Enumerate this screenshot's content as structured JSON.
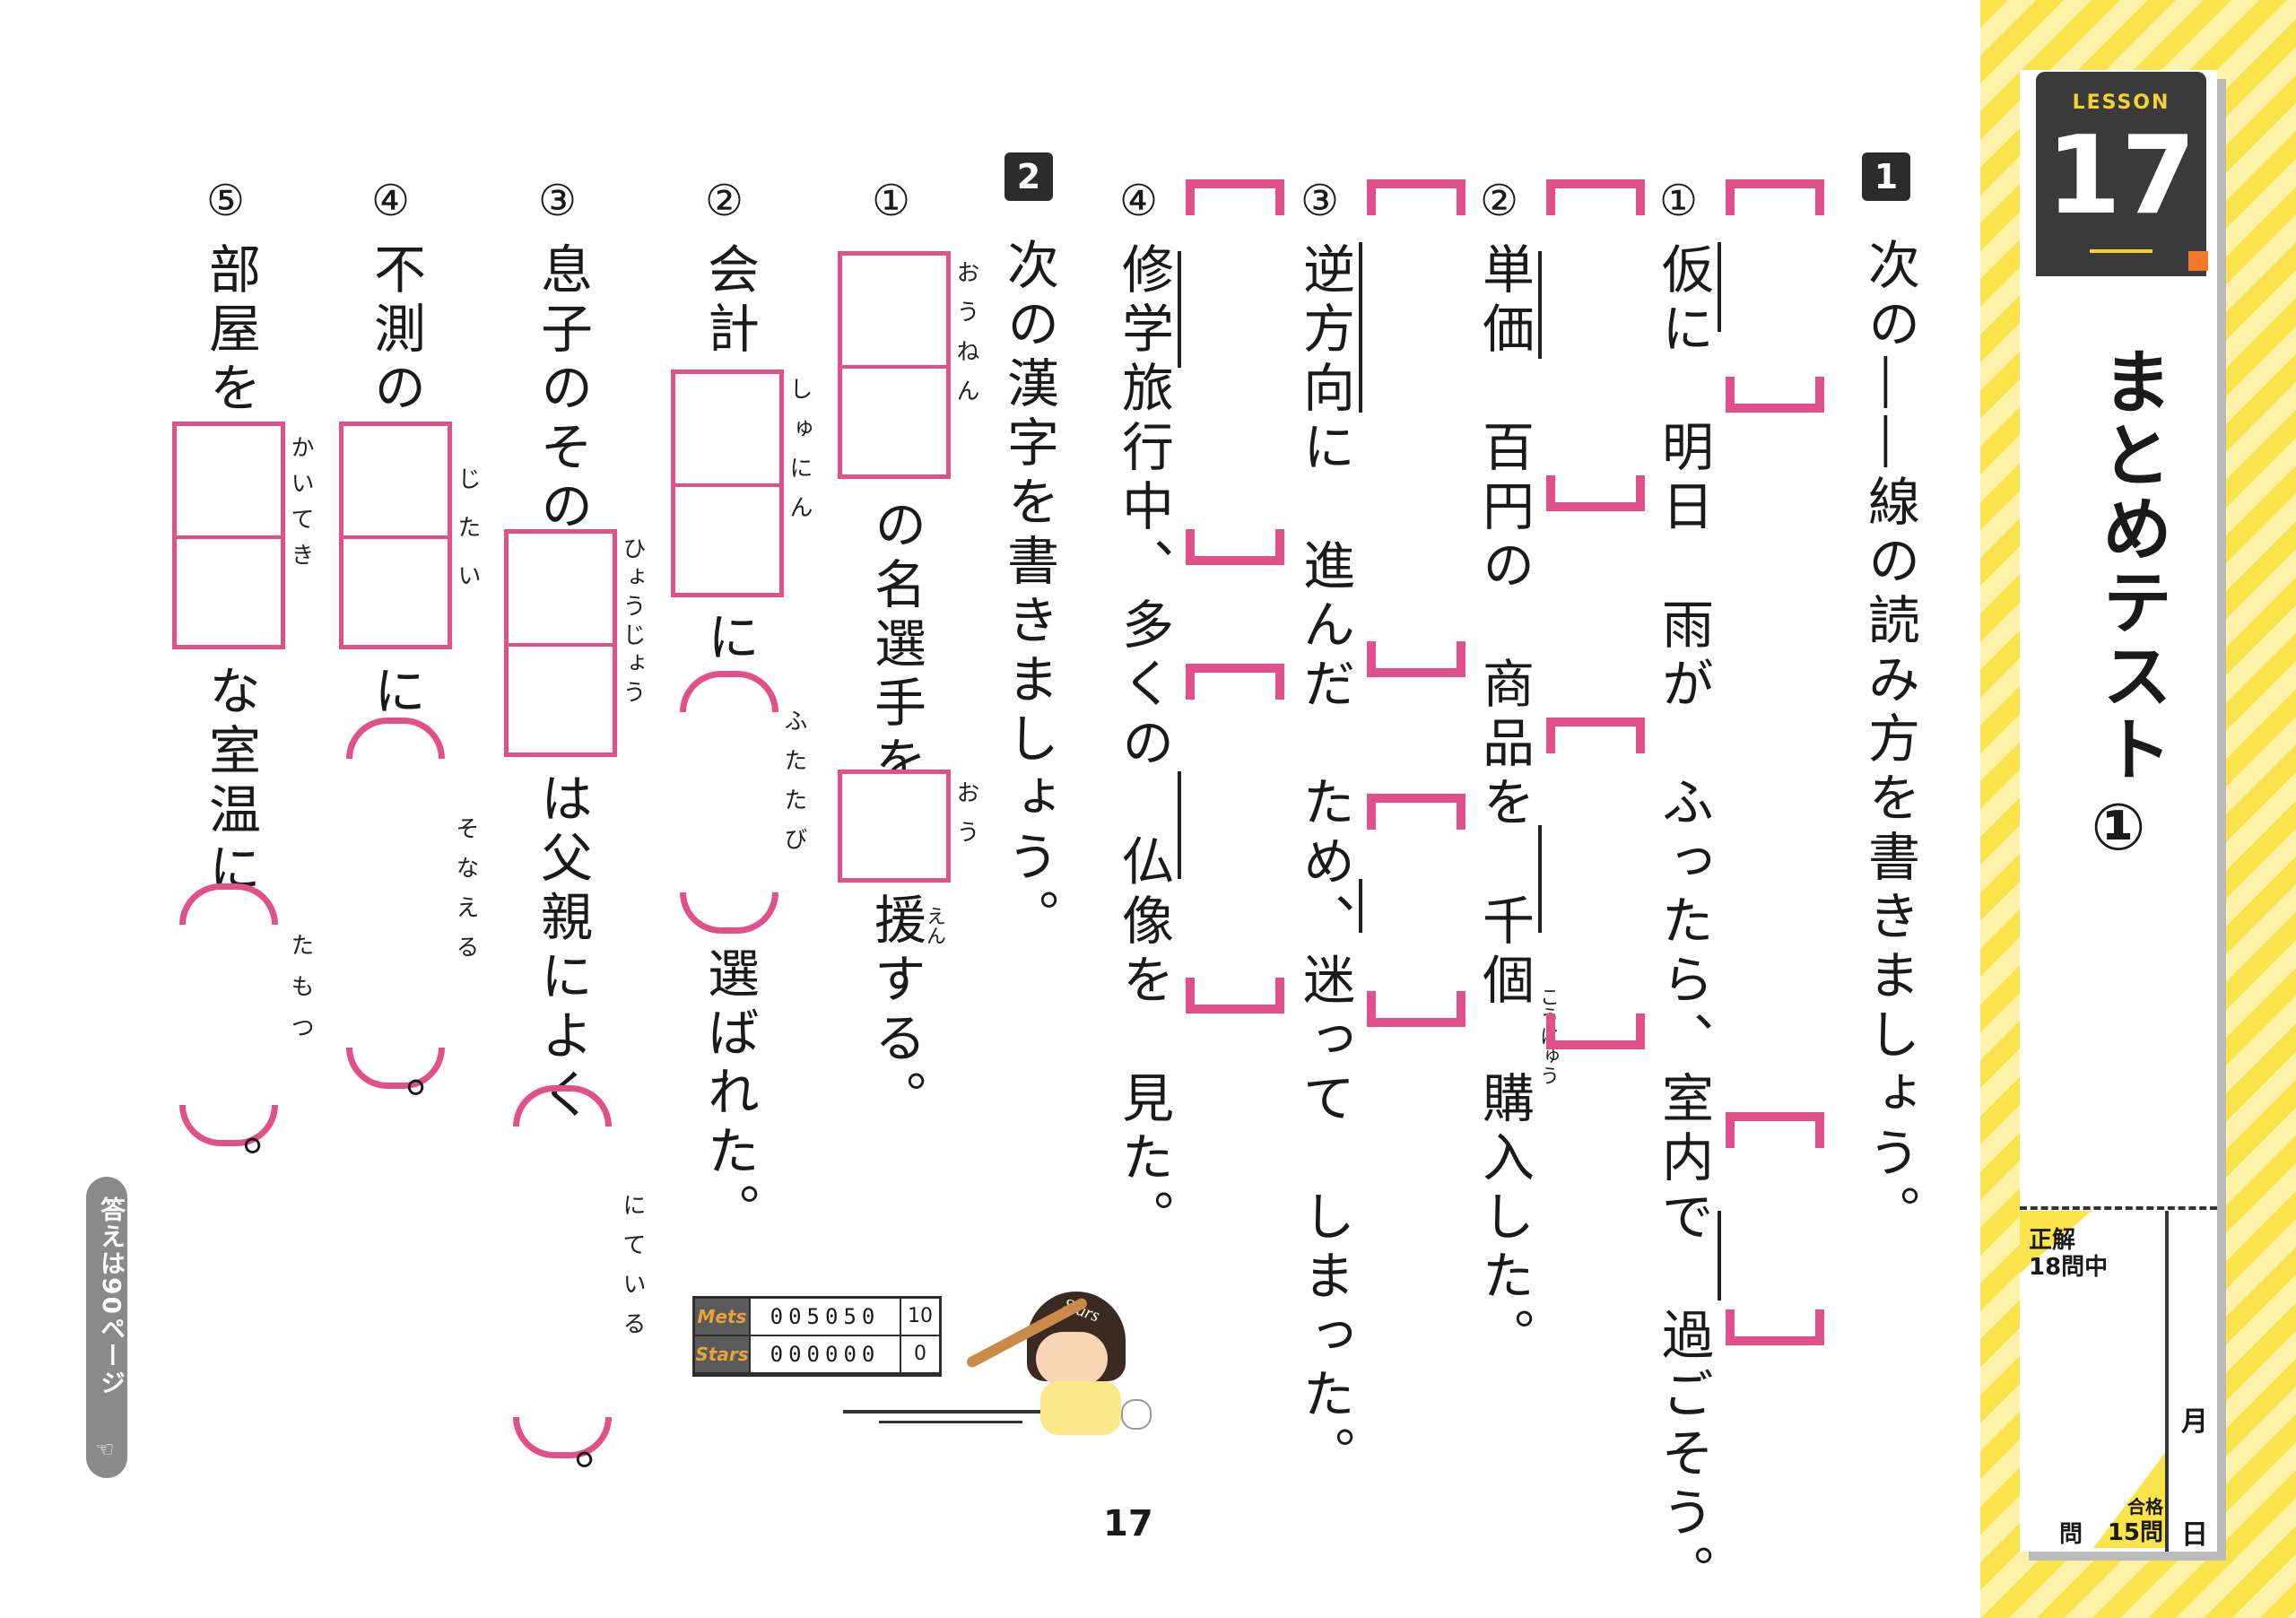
{
  "lesson": {
    "label": "LESSON",
    "number": "17",
    "title": "まとめテスト",
    "title_num": "①"
  },
  "score": {
    "correct_label": "正解",
    "questions_label": "18問中",
    "pass_label": "合格",
    "pass_count": "15問",
    "unit": "問",
    "month": "月",
    "day": "日"
  },
  "page_number": "17",
  "answer_tab": "答えは90ページ",
  "section1": {
    "badge": "1",
    "instruction": "次の――線の読み方を書きましょう。",
    "items": [
      {
        "num": "①",
        "text": "仮に　明日　雨が　ふったら、室内で　過ごそう。"
      },
      {
        "num": "②",
        "text": "単価　百円の　商品を　千個　購入した。",
        "ruby": "こうにゅう"
      },
      {
        "num": "③",
        "text": "逆方向に　進んだ　ため、迷って　しまった。"
      },
      {
        "num": "④",
        "text": "修学旅行中、多くの　仏像を　見た。"
      }
    ]
  },
  "section2": {
    "badge": "2",
    "instruction": "次の漢字を書きましょう。",
    "items": [
      {
        "num": "①",
        "text_a": "の名選手を",
        "text_b": "援する。",
        "ruby1": "おうねん",
        "ruby2": "おう",
        "ruby3": "えん"
      },
      {
        "num": "②",
        "text_pre": "会計",
        "text_a": "に",
        "text_b": "選ばれた。",
        "ruby1": "しゅにん",
        "ruby2": "ふたたび"
      },
      {
        "num": "③",
        "text_pre": "息子のその",
        "text_a": "は父親によく",
        "text_b": "。",
        "ruby1": "ひょうじょう",
        "ruby2": "にている"
      },
      {
        "num": "④",
        "text_pre": "不測の",
        "text_a": "に",
        "text_b": "。",
        "ruby1": "じたい",
        "ruby2": "そなえる"
      },
      {
        "num": "⑤",
        "text_pre": "部屋を",
        "text_a": "な室温に",
        "text_b": "。",
        "ruby1": "かいてき",
        "ruby2": "たもつ"
      }
    ]
  },
  "scoreboard": {
    "rows": [
      {
        "team": "Mets",
        "innings": "005050",
        "total": "10"
      },
      {
        "team": "Stars",
        "innings": "000000",
        "total": "0"
      }
    ],
    "helmet": "Stars"
  }
}
